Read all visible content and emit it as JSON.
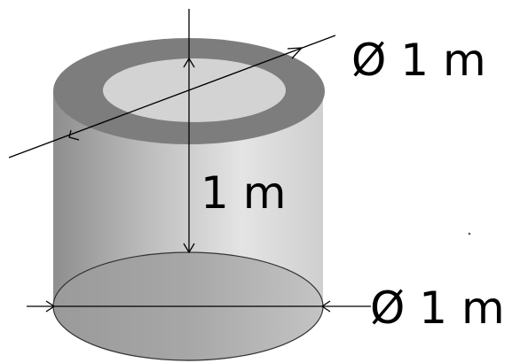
{
  "diagram": {
    "labels": {
      "top_diameter": "Ø 1 m",
      "height": "1 m",
      "bottom_diameter": "Ø 1 m"
    }
  },
  "colors": {
    "background": "#ffffff",
    "rim": "#7d7d7d",
    "opening": "#d2d2d2",
    "body_dark": "#8c8c8c",
    "body_light": "#e2e2e2",
    "base": "#a3a3a3",
    "line": "#000000"
  }
}
